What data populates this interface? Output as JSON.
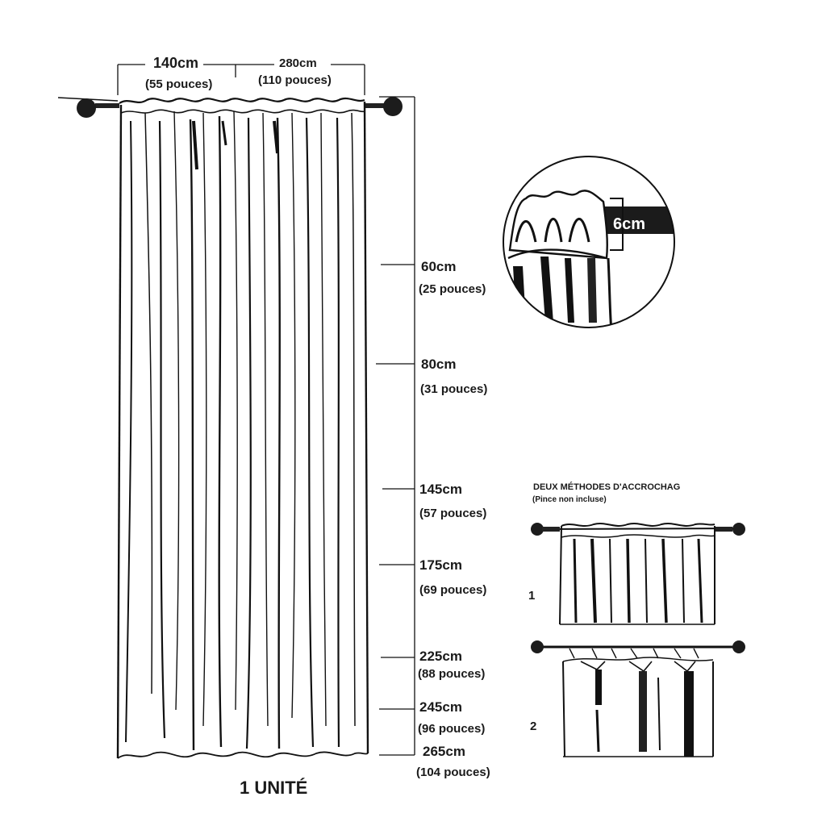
{
  "widths": {
    "single_cm": "140cm",
    "single_in": "(55 pouces)",
    "double_cm": "280cm",
    "double_in": "(110 pouces)"
  },
  "lengths": [
    {
      "cm": "60cm",
      "in": "(25 pouces)"
    },
    {
      "cm": "80cm",
      "in": "(31 pouces)"
    },
    {
      "cm": "145cm",
      "in": "(57 pouces)"
    },
    {
      "cm": "175cm",
      "in": "(69 pouces)"
    },
    {
      "cm": "225cm",
      "in": "(88 pouces)"
    },
    {
      "cm": "245cm",
      "in": "(96 pouces)"
    },
    {
      "cm": "265cm",
      "in": "(104 pouces)"
    }
  ],
  "pocket": {
    "value": "6cm"
  },
  "methods": {
    "title": "DEUX MÉTHODES D'ACCROCHAG",
    "subtitle": "(Pince non incluse)",
    "first": "1",
    "second": "2"
  },
  "unit_label": "1 UNITÉ"
}
